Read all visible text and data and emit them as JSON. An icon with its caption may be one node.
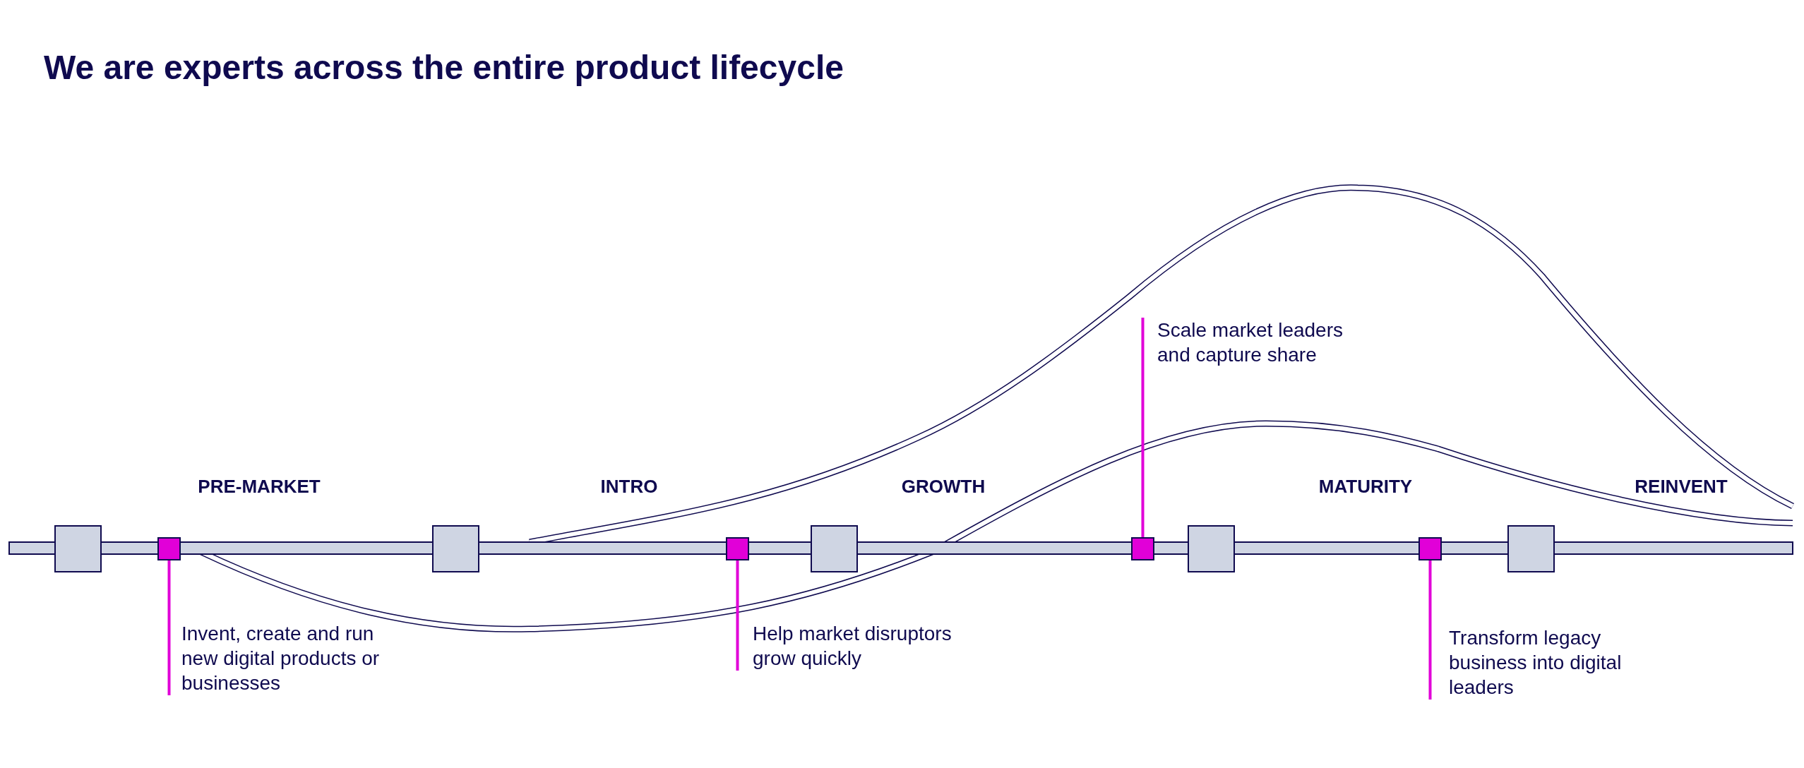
{
  "diagram": {
    "title": "We are experts across the entire product lifecycle",
    "nodes": [
      {
        "text": [
          "Invent, create and run new digital products or businesses"
        ]
      },
      {
        "text": [],
        "shape": "box"
      },
      {
        "text": [
          "Help market disruptors grow quickly"
        ]
      },
      {
        "text": [],
        "shape": "box"
      },
      {
        "text": [
          "Scale market leaders and capture share"
        ]
      },
      {
        "text": [],
        "shape": "box"
      },
      {
        "text": [
          "Transform legacy business into digital leaders"
        ]
      },
      {
        "text": [],
        "shape": "box"
      }
    ],
    "edges": [
      {
        "from": 0,
        "to": 1,
        "arrow": "none"
      },
      {
        "from": 2,
        "to": 3,
        "arrow": "none"
      },
      {
        "from": 4,
        "to": 5,
        "arrow": "none"
      },
      {
        "from": 6,
        "to": 7,
        "arrow": "none"
      }
    ],
    "labels": [
      "PRE-MARKET",
      "INTRO",
      "GROWTH",
      "MATURITY",
      "REINVENT"
    ]
  }
}
